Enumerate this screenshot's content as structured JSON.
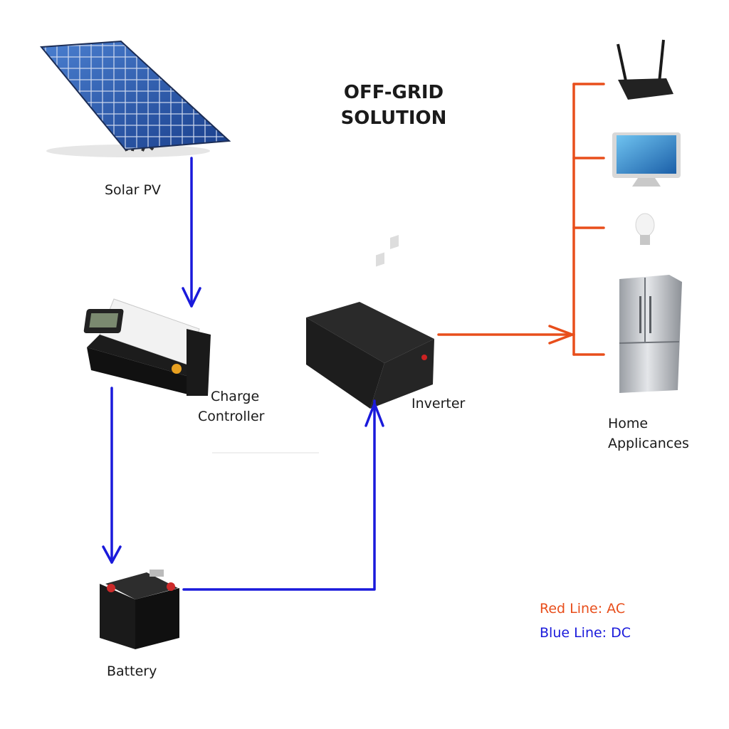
{
  "title": {
    "line1": "OFF-GRID",
    "line2": "SOLUTION"
  },
  "nodes": {
    "solar_pv": {
      "label": "Solar PV"
    },
    "charge_controller": {
      "label_line1": "Charge",
      "label_line2": "Controller"
    },
    "inverter": {
      "label": "Inverter"
    },
    "battery": {
      "label": "Battery"
    },
    "home_appliances": {
      "label_line1": "Home",
      "label_line2": "Applicances"
    }
  },
  "appliances": [
    "router-icon",
    "monitor-icon",
    "light-bulb-icon",
    "refrigerator-icon"
  ],
  "legend": {
    "ac": {
      "text": "Red Line:  AC",
      "color": "#e84e1b"
    },
    "dc": {
      "text": "Blue Line: DC",
      "color": "#1a1adb"
    }
  },
  "colors": {
    "ac_line": "#e84e1b",
    "dc_line": "#1a1adb"
  },
  "flows": [
    {
      "from": "Solar PV",
      "to": "Charge Controller",
      "type": "DC"
    },
    {
      "from": "Charge Controller",
      "to": "Battery",
      "type": "DC"
    },
    {
      "from": "Battery",
      "to": "Inverter",
      "type": "DC"
    },
    {
      "from": "Inverter",
      "to": "Home Applicances",
      "type": "AC"
    }
  ]
}
